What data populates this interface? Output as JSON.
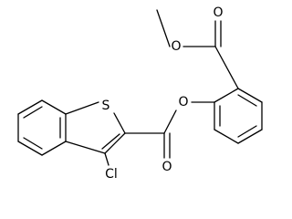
{
  "structure": {
    "atom_labels": {
      "sulfur": "S",
      "ester_oxygen": "O",
      "carbonyl_oxygen_left": "O",
      "methyl_ether_oxygen": "O",
      "carbonyl_oxygen_top": "O",
      "chlorine": "Cl"
    },
    "colors": {
      "bond": "#000000",
      "text": "#000000",
      "background": "#ffffff"
    }
  }
}
